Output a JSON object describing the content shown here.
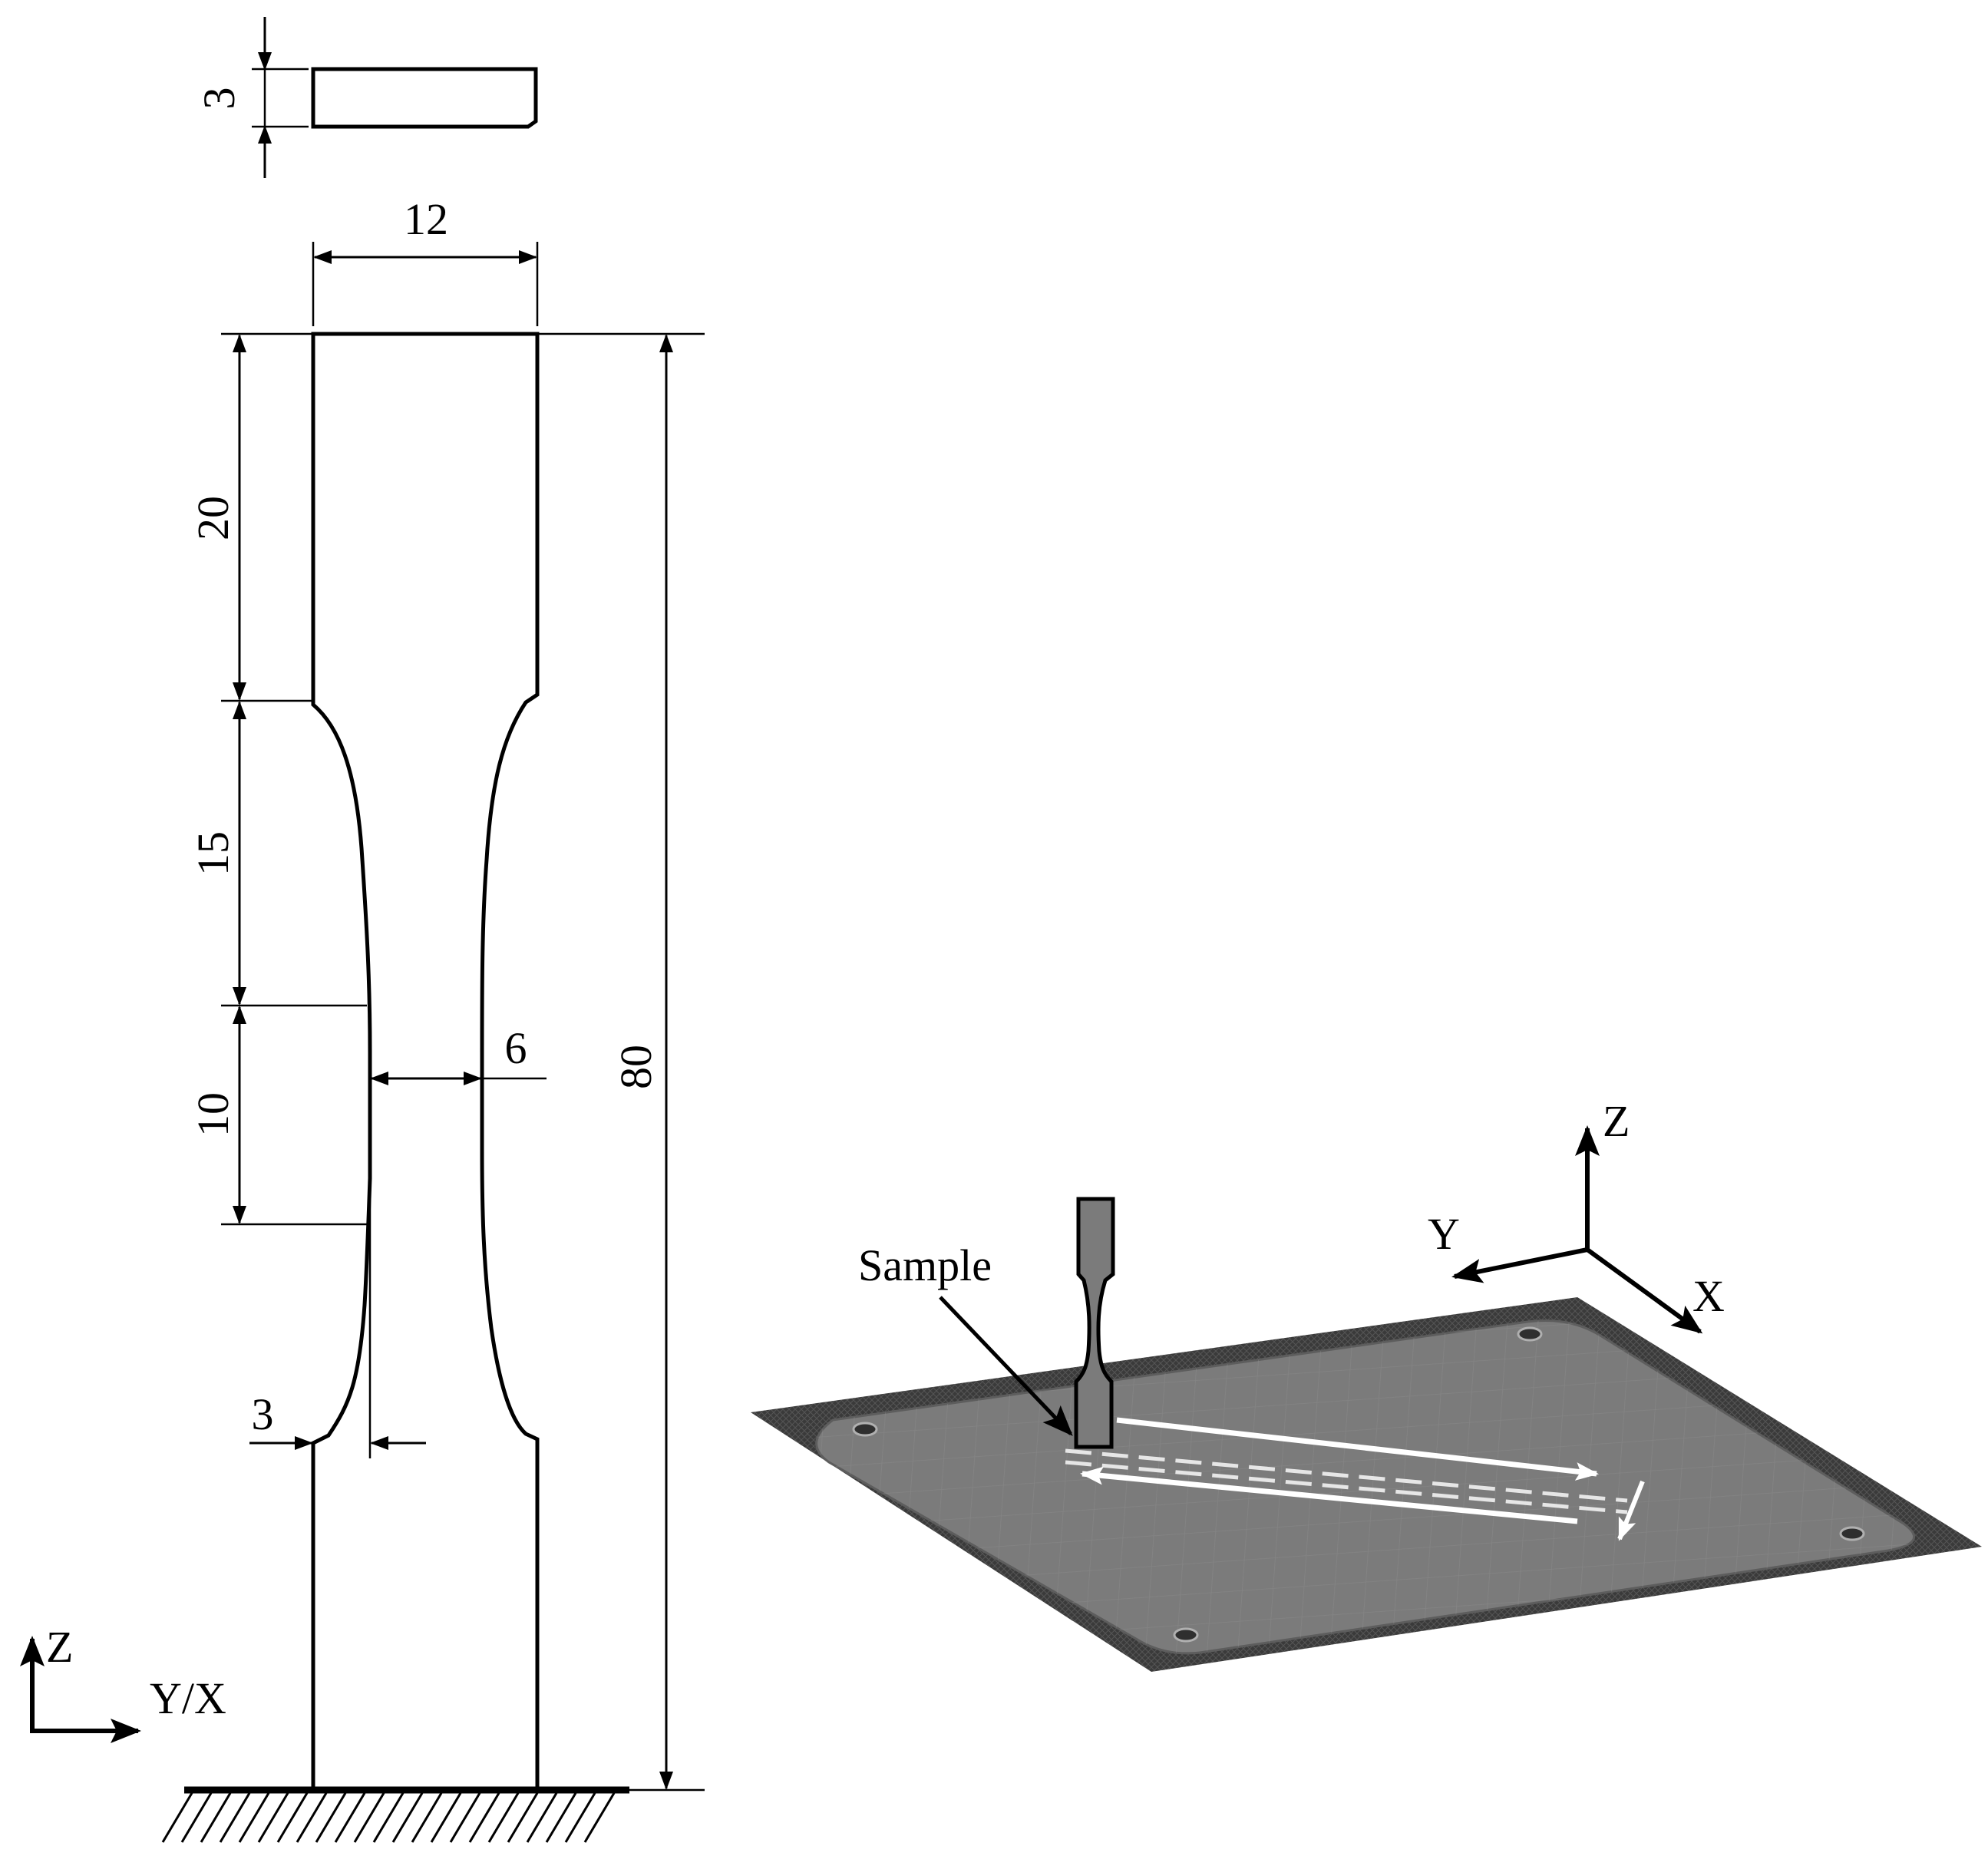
{
  "dimensions": {
    "thickness": "3",
    "width": "12",
    "grip_length": "20",
    "transition_length": "15",
    "gauge_length": "10",
    "gauge_width": "6",
    "total_length": "80",
    "fillet_offset": "3"
  },
  "left_axes": {
    "z": "Z",
    "yx": "Y/X"
  },
  "right_axes": {
    "z": "Z",
    "y": "Y",
    "x": "X"
  },
  "sample_label": "Sample",
  "colors": {
    "line": "#000000",
    "plate": "#7b7b7b",
    "plate_border": "#3a3a3a",
    "path": "#ffffff"
  }
}
